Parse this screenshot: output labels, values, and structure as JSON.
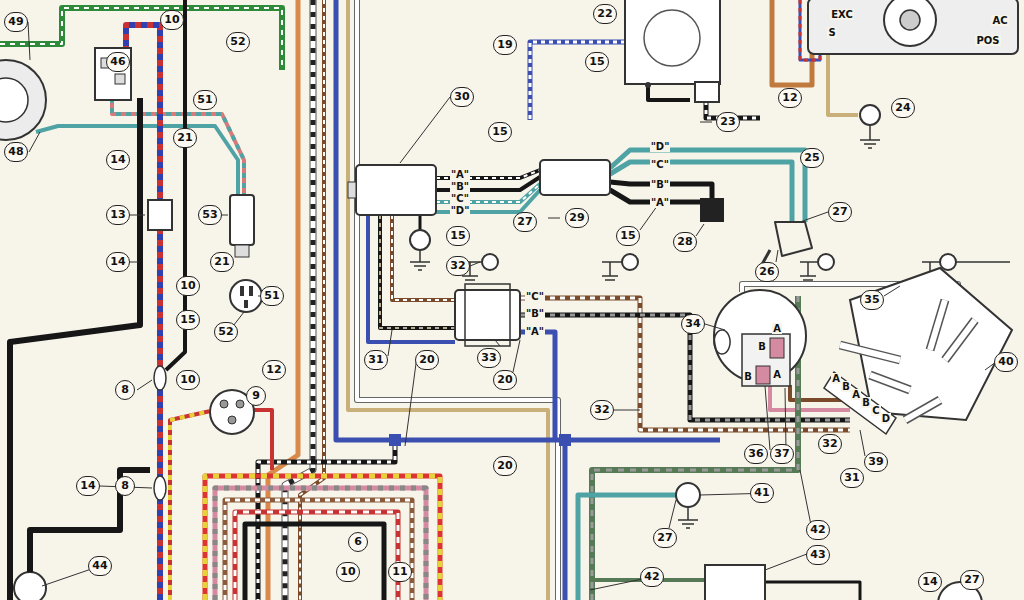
{
  "diagram": {
    "labels": [
      "49",
      "10",
      "52",
      "46",
      "51",
      "21",
      "48",
      "14",
      "13",
      "53",
      "14",
      "10",
      "15",
      "21",
      "51",
      "52",
      "8",
      "10",
      "12",
      "9",
      "14",
      "8",
      "44",
      "6",
      "10",
      "11",
      "22",
      "19",
      "15",
      "23",
      "12",
      "24",
      "25",
      "30",
      "15",
      "27",
      "29",
      "15",
      "28",
      "27",
      "26",
      "32",
      "15",
      "33",
      "31",
      "20",
      "20",
      "34",
      "35",
      "40",
      "36",
      "37",
      "32",
      "39",
      "32",
      "31",
      "20",
      "41",
      "27",
      "42",
      "43",
      "42",
      "14",
      "27",
      "\"A\"",
      "\"B\"",
      "\"C\"",
      "\"D\"",
      "\"D\"",
      "\"C\"",
      "\"B\"",
      "\"A\"",
      "\"C\"",
      "\"B\"",
      "\"A\"",
      "B",
      "A",
      "A",
      "B",
      "A",
      "B",
      "A",
      "B",
      "C",
      "D",
      "EXC",
      "S",
      "AC",
      "POS"
    ]
  }
}
